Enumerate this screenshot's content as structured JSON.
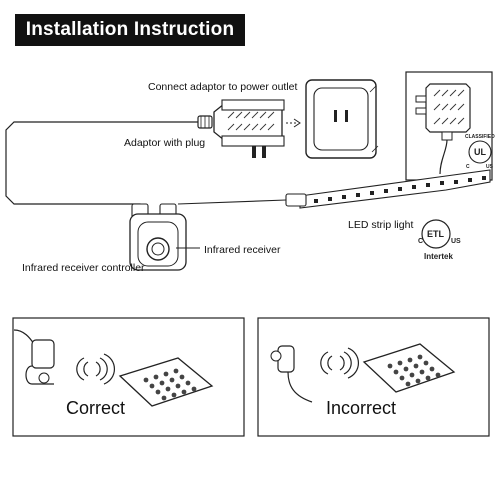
{
  "title": "Installation  Instruction",
  "labels": {
    "connect_adaptor": "Connect adaptor to power outlet",
    "adaptor_with_plug": "Adaptor with plug",
    "led_strip": "LED strip light",
    "infrared_receiver": "Infrared receiver",
    "receiver_controller": "Infrared receiver controller",
    "intertek": "Intertek",
    "etl_c": "C",
    "etl_us": "US",
    "etl_mark": "ETL",
    "ul_classified": "CLASSIFIED",
    "ul_mark": "UL",
    "ul_c": "C",
    "ul_us": "US"
  },
  "panels": [
    {
      "label": "Correct"
    },
    {
      "label": "Incorrect"
    }
  ]
}
